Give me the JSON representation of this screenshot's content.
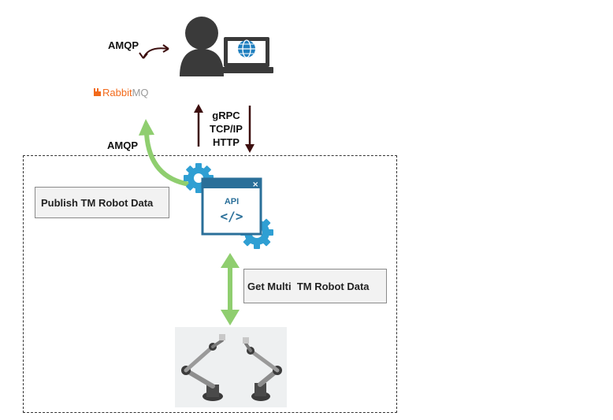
{
  "labels": {
    "amqp_top": "AMQP",
    "amqp_left": "AMQP",
    "protocols": [
      "gRPC",
      "TCP/IP",
      "HTTP"
    ]
  },
  "rabbitmq": {
    "prefix": "Rabbit",
    "suffix": "MQ"
  },
  "api_window": {
    "title": "API",
    "code": "</>"
  },
  "boxes": {
    "publish": "Publish TM Robot Data",
    "get_multi": "Get Multi  TM Robot Data"
  },
  "colors": {
    "dark_arrow": "#3d0f0f",
    "green_arrow": "#8fce6f",
    "api_blue": "#2a6f99",
    "gear_blue": "#2f9fd3",
    "rabbit_orange": "#f26a1b",
    "user_gray": "#3a3a3a"
  },
  "icons": [
    "user-icon",
    "monitor-globe-icon",
    "gear-icon",
    "api-window-icon",
    "robot-arm-icon"
  ]
}
